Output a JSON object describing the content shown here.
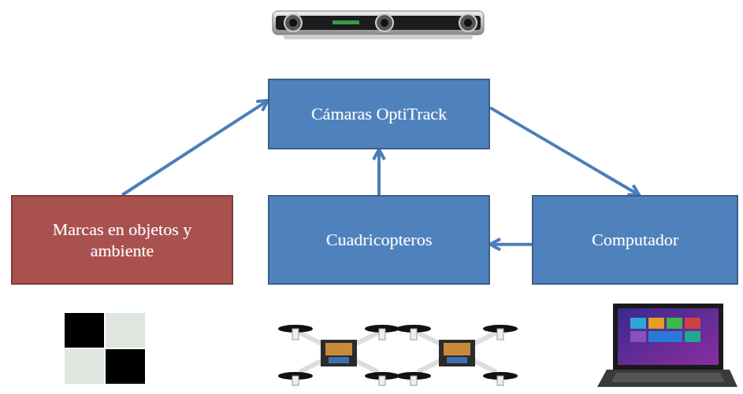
{
  "diagram": {
    "nodes": [
      {
        "text": [
          "Cámaras OptiTrack"
        ]
      },
      {
        "text": [
          "Marcas en objetos y ambiente"
        ]
      },
      {
        "text": [
          "Cuadricopteros"
        ]
      },
      {
        "text": [
          "Computador"
        ]
      }
    ],
    "edges": [
      {
        "from": 1,
        "to": 0,
        "arrow": "to"
      },
      {
        "from": 2,
        "to": 0,
        "arrow": "to"
      },
      {
        "from": 0,
        "to": 3,
        "arrow": "to"
      },
      {
        "from": 3,
        "to": 2,
        "arrow": "to"
      }
    ]
  }
}
